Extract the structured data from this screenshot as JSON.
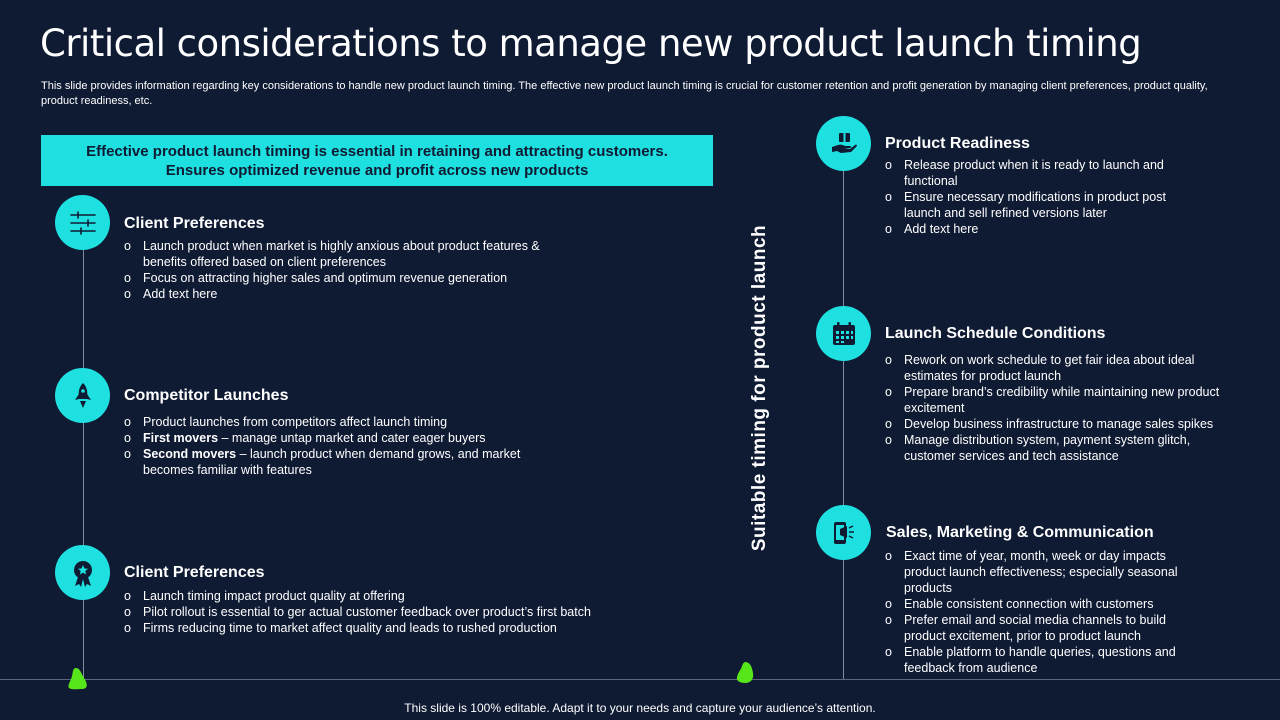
{
  "title": "Critical considerations to manage new product launch timing",
  "subtitle": "This slide provides information regarding key considerations to handle new product launch timing. The effective  new product launch timing is crucial for customer retention and profit generation by managing client preferences, product quality,  product readiness, etc.",
  "banner": {
    "line1": "Effective product launch timing is essential in retaining and attracting customers.",
    "line2": "Ensures optimized revenue and profit across new products"
  },
  "vertical_label": "Suitable timing for product launch",
  "left_sections": [
    {
      "icon": "sliders-icon",
      "title": "Client Preferences",
      "bullets": [
        {
          "text": "Launch product when market is highly anxious about product features & benefits offered  based on client preferences"
        },
        {
          "text": "Focus on attracting higher sales and optimum revenue  generation"
        },
        {
          "text": "Add text here"
        }
      ]
    },
    {
      "icon": "rocket-icon",
      "title": "Competitor Launches",
      "bullets": [
        {
          "text": "Product launches from competitors affect launch timing"
        },
        {
          "bold": "First movers",
          "text": " – manage untap market and cater eager buyers"
        },
        {
          "bold": "Second movers",
          "text": " – launch product when demand grows, and market becomes familiar  with features"
        }
      ]
    },
    {
      "icon": "award-badge-icon",
      "title": "Client Preferences",
      "bullets": [
        {
          "text": "Launch timing impact product quality at offering"
        },
        {
          "text": "Pilot rollout is essential to ger actual customer feedback over product’s first batch"
        },
        {
          "text": "Firms reducing time to market affect quality and leads to rushed production"
        }
      ]
    }
  ],
  "right_sections": [
    {
      "icon": "box-in-hand-icon",
      "title": "Product Readiness",
      "bullets": [
        {
          "text": "Release product when it is ready to launch and functional"
        },
        {
          "text": "Ensure necessary modifications in product post launch and sell refined versions later"
        },
        {
          "text": "Add text here"
        }
      ]
    },
    {
      "icon": "calendar-icon",
      "title": "Launch Schedule Conditions",
      "bullets": [
        {
          "text": "Rework on work schedule to get fair idea about ideal estimates for product launch"
        },
        {
          "text": "Prepare brand’s credibility while maintaining new product excitement"
        },
        {
          "text": "Develop  business infrastructure to manage sales spikes"
        },
        {
          "text": "Manage distribution system, payment system glitch, customer services  and tech assistance"
        }
      ]
    },
    {
      "icon": "phone-megaphone-icon",
      "title": "Sales, Marketing & Communication",
      "bullets": [
        {
          "text": "Exact time of year, month, week or day impacts product launch effectiveness;  especially seasonal products"
        },
        {
          "text": "Enable consistent connection with customers"
        },
        {
          "text": "Prefer email and social media channels to build product excitement, prior to product launch"
        },
        {
          "text": "Enable platform to handle queries, questions and feedback from audience"
        }
      ]
    }
  ],
  "footer": "This slide is 100% editable. Adapt it to your needs and capture your audience’s attention.",
  "colors": {
    "background": "#0f1a33",
    "accent": "#1ee0e0",
    "marker": "#57e61a",
    "text": "#ffffff"
  }
}
